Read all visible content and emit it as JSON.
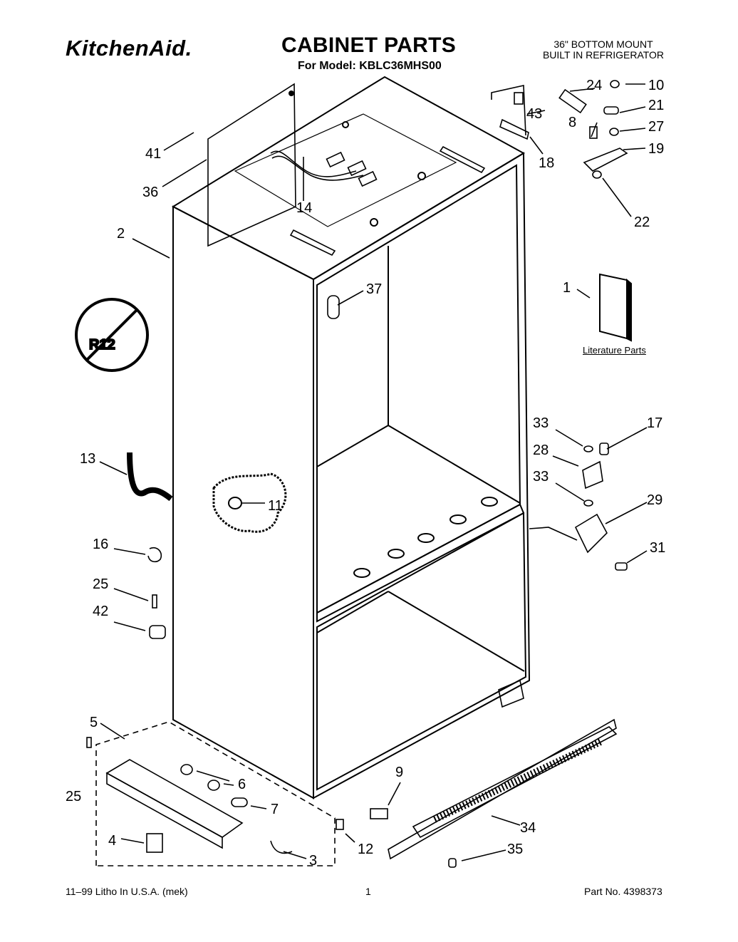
{
  "header": {
    "brand": "KitchenAid.",
    "title": "CABINET PARTS",
    "model_line": "For Model: KBLC36MHS00",
    "subtitle_line1": "36\" BOTTOM MOUNT",
    "subtitle_line2": "BUILT IN REFRIGERATOR"
  },
  "badge": {
    "text": "R12"
  },
  "literature_label": "Literature Parts",
  "footer": {
    "left": "11–99 Litho In U.S.A. (mek)",
    "center": "1",
    "right": "Part No. 4398373"
  },
  "callouts": [
    "24",
    "10",
    "43",
    "21",
    "8",
    "27",
    "19",
    "18",
    "22",
    "41",
    "36",
    "14",
    "2",
    "37",
    "1",
    "33",
    "17",
    "28",
    "33",
    "29",
    "31",
    "13",
    "11",
    "16",
    "25",
    "42",
    "5",
    "25",
    "6",
    "7",
    "4",
    "3",
    "9",
    "12",
    "34",
    "35"
  ]
}
